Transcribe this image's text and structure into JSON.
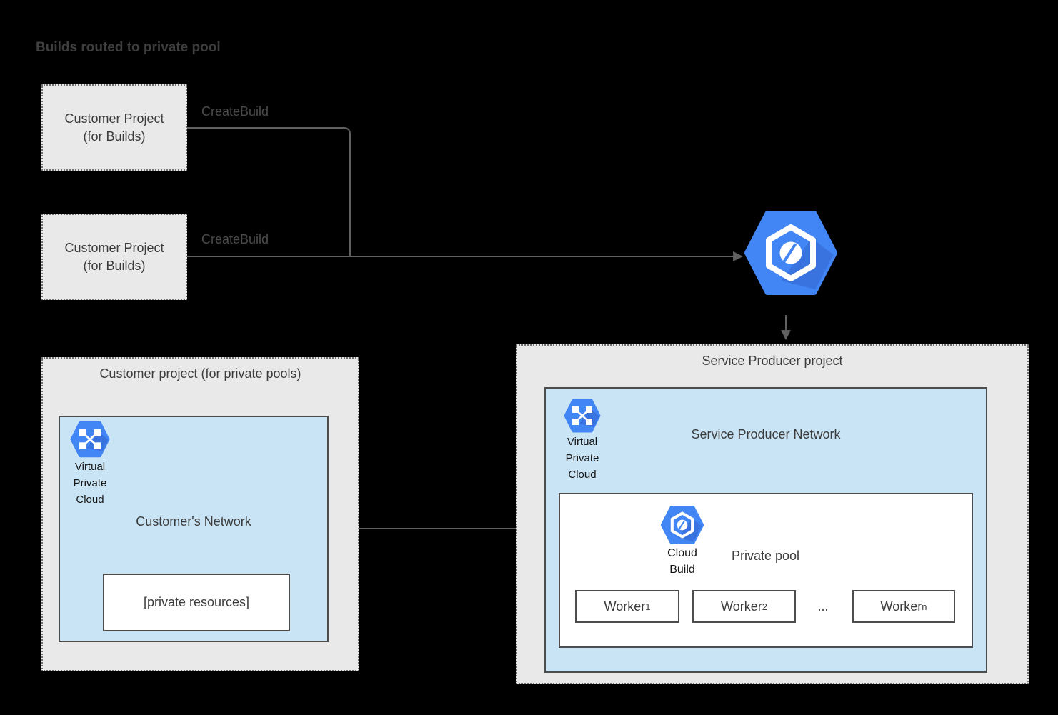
{
  "title": "Builds routed to private pool",
  "colors": {
    "background": "#000000",
    "project_fill": "#e9e9e9",
    "network_fill": "#c9e4f5",
    "box_border": "#4d4d4d",
    "dotted_border": "#6f6f6f",
    "connector": "#616161",
    "google_blue": "#4285f4",
    "icon_shadow_blue": "#3265cf",
    "text_dark": "#3c3c3c"
  },
  "customer_build_projects": [
    {
      "lines": [
        "Customer Project",
        "(for Builds)"
      ],
      "arrow_label": "CreateBuild"
    },
    {
      "lines": [
        "Customer Project",
        "(for Builds)"
      ],
      "arrow_label": "CreateBuild"
    }
  ],
  "router_icon": "cloud-build",
  "service_producer": {
    "title": "Service Producer project",
    "network": {
      "title": "Service Producer Network",
      "vpc_label": [
        "Virtual",
        "Private",
        "Cloud"
      ],
      "private_pool": {
        "title": "Private pool",
        "cloud_build_label": [
          "Cloud",
          "Build"
        ],
        "workers": [
          {
            "base": "Worker",
            "sub": "1"
          },
          {
            "base": "Worker",
            "sub": "2"
          },
          {
            "base": "Worker",
            "sub": "n"
          }
        ],
        "ellipsis": "..."
      }
    }
  },
  "customer_pool_project": {
    "title": "Customer project (for private pools)",
    "network": {
      "title": "Customer's Network",
      "vpc_label": [
        "Virtual",
        "Private",
        "Cloud"
      ],
      "private_resources": "[private resources]"
    }
  }
}
